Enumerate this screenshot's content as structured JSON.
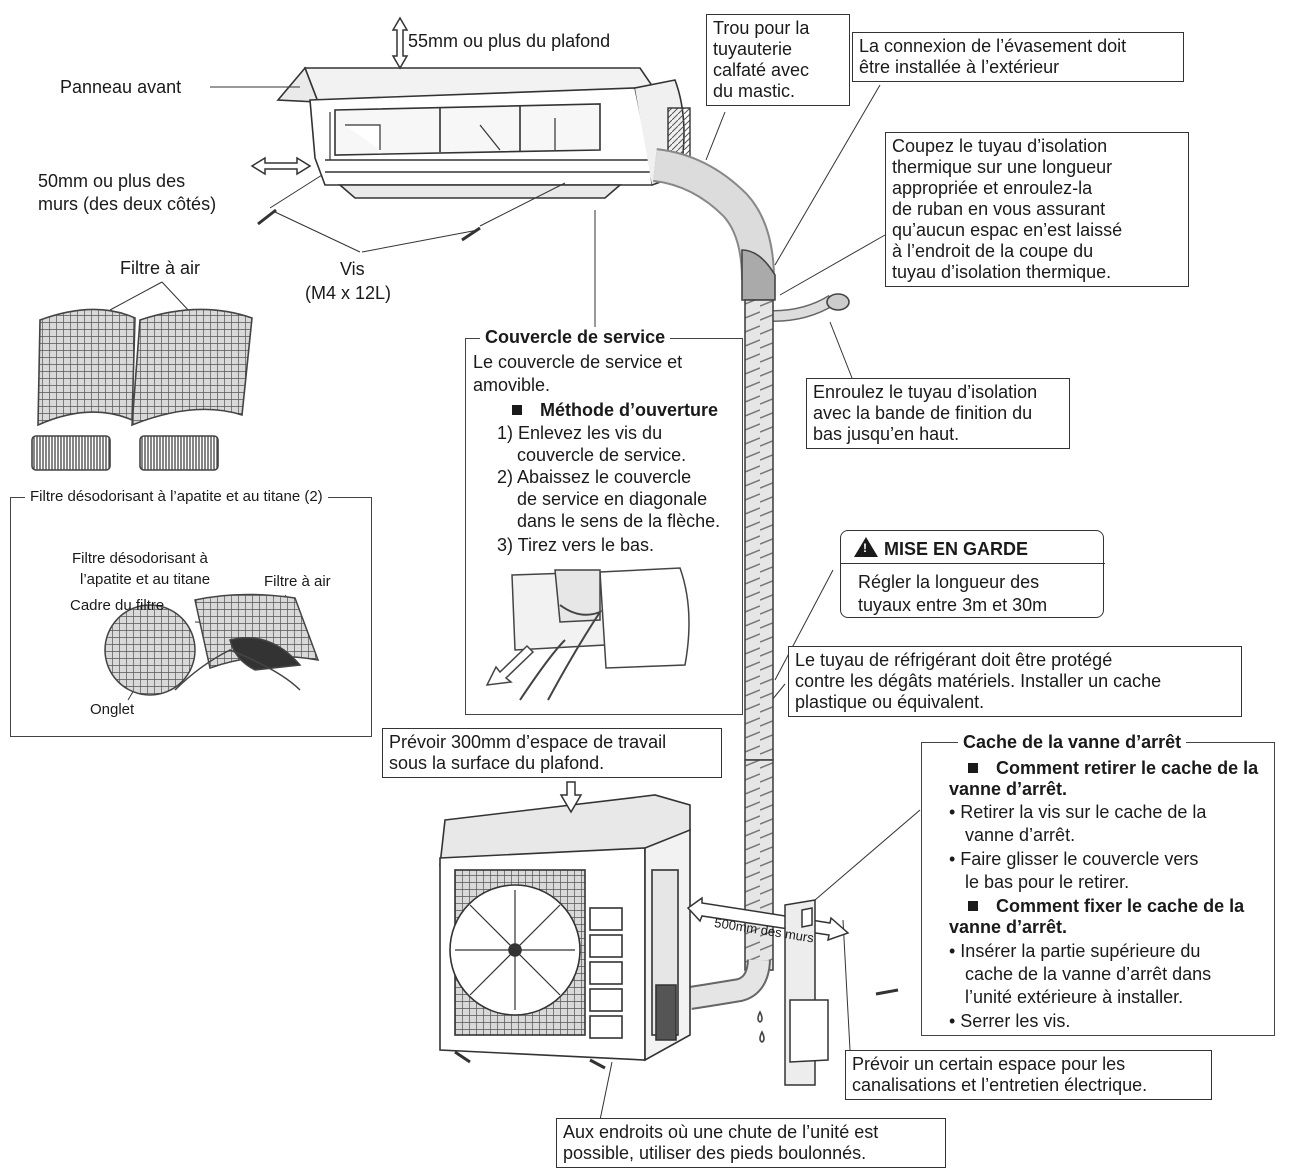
{
  "indoor": {
    "ceiling": "55mm ou plus du plafond",
    "front_panel": "Panneau avant",
    "wall_sides_1": "50mm ou plus des",
    "wall_sides_2": "murs (des deux côtés)",
    "screws_1": "Vis",
    "screws_2": "(M4 x 12L)"
  },
  "filter": {
    "air_filter": "Filtre à air",
    "frame_title": "Filtre désodorisant à l’apatite et au titane (2)",
    "deo_1": "Filtre désodorisant à",
    "deo_2": "l’apatite et au titane",
    "air_filter2": "Filtre à air",
    "frame": "Cadre du filtre",
    "tab": "Onglet"
  },
  "hole": {
    "l1": "Trou pour la",
    "l2": "tuyauterie",
    "l3": "calfaté avec",
    "l4": "du mastic."
  },
  "flare": {
    "l1": "La connexion de l’évasement doit",
    "l2": "être installée à l’extérieur"
  },
  "cut": {
    "l1": "Coupez le tuyau d’isolation",
    "l2": "thermique sur une longueur",
    "l3": "appropriée et enroulez-la",
    "l4": "de ruban en vous assurant",
    "l5": "qu’aucun espac en’est laissé",
    "l6": "à l’endroit de la coupe du",
    "l7": "tuyau d’isolation thermique."
  },
  "wrap": {
    "l1": "Enroulez le tuyau d’isolation",
    "l2": "avec la bande de finition du",
    "l3": "bas jusqu’en haut."
  },
  "service": {
    "title": "Couvercle de service",
    "l1": "Le couvercle de service et",
    "l2": "amovible.",
    "method": "Méthode d’ouverture",
    "s1a": "1) Enlevez les vis du",
    "s1b": "couvercle de service.",
    "s2a": "2) Abaissez le couvercle",
    "s2b": "de service en diagonale",
    "s2c": "dans le sens de la flèche.",
    "s3": "3) Tirez vers le bas."
  },
  "caution": {
    "title": "MISE EN GARDE",
    "l1": "Régler la longueur des",
    "l2": "tuyaux entre 3m et 30m"
  },
  "refrig": {
    "l1": "Le tuyau de réfrigérant doit être protégé",
    "l2": "contre les dégâts matériels. Installer un cache",
    "l3": "plastique ou équivalent."
  },
  "work": {
    "l1": "Prévoir 300mm d’espace de travail",
    "l2": "sous la surface du plafond."
  },
  "valve": {
    "title": "Cache de la vanne d’arrêt",
    "remove_a": "Comment retirer le cache de la",
    "remove_b": "vanne d’arrêt.",
    "r1a": "• Retirer la vis sur le cache de la",
    "r1b": "vanne d’arrêt.",
    "r2a": "• Faire glisser le couvercle vers",
    "r2b": "le bas pour le retirer.",
    "fix_a": "Comment fixer le cache de la",
    "fix_b": "vanne d’arrêt.",
    "f1a": "• Insérer la partie supérieure du",
    "f1b": "cache de la vanne d’arrêt dans",
    "f1c": "l’unité extérieure à installer.",
    "f2": "• Serrer les vis."
  },
  "walls500": "500mm des murs",
  "electric": {
    "l1": "Prévoir un certain espace pour les",
    "l2": "canalisations et l’entretien électrique."
  },
  "feet": {
    "l1": "Aux endroits où une chute de l’unité est",
    "l2": "possible, utiliser des pieds boulonnés."
  }
}
